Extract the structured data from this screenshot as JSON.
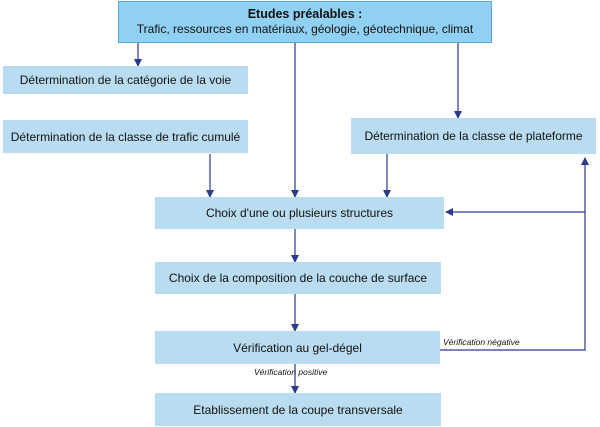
{
  "boxes": {
    "etudes_title": "Etudes préalables :",
    "etudes_text": "Trafic, ressources en matériaux, géologie, géotechnique, climat",
    "categorie": "Détermination de la catégorie de la voie",
    "trafic": "Détermination de la classe de trafic cumulé",
    "plateforme": "Détermination de la classe de plateforme",
    "structures": "Choix d'une ou plusieurs structures",
    "composition": "Choix de la composition de la couche de surface",
    "verification": "Vérification au gel-dégel",
    "coupe": "Etablissement de la coupe transversale"
  },
  "labels": {
    "negative": "Vérification négative",
    "positive": "Vérification positive"
  },
  "colors": {
    "box_fill": "#b9dcf1",
    "top_fill": "#8fd0f3",
    "arrow": "#2b3a8c"
  }
}
